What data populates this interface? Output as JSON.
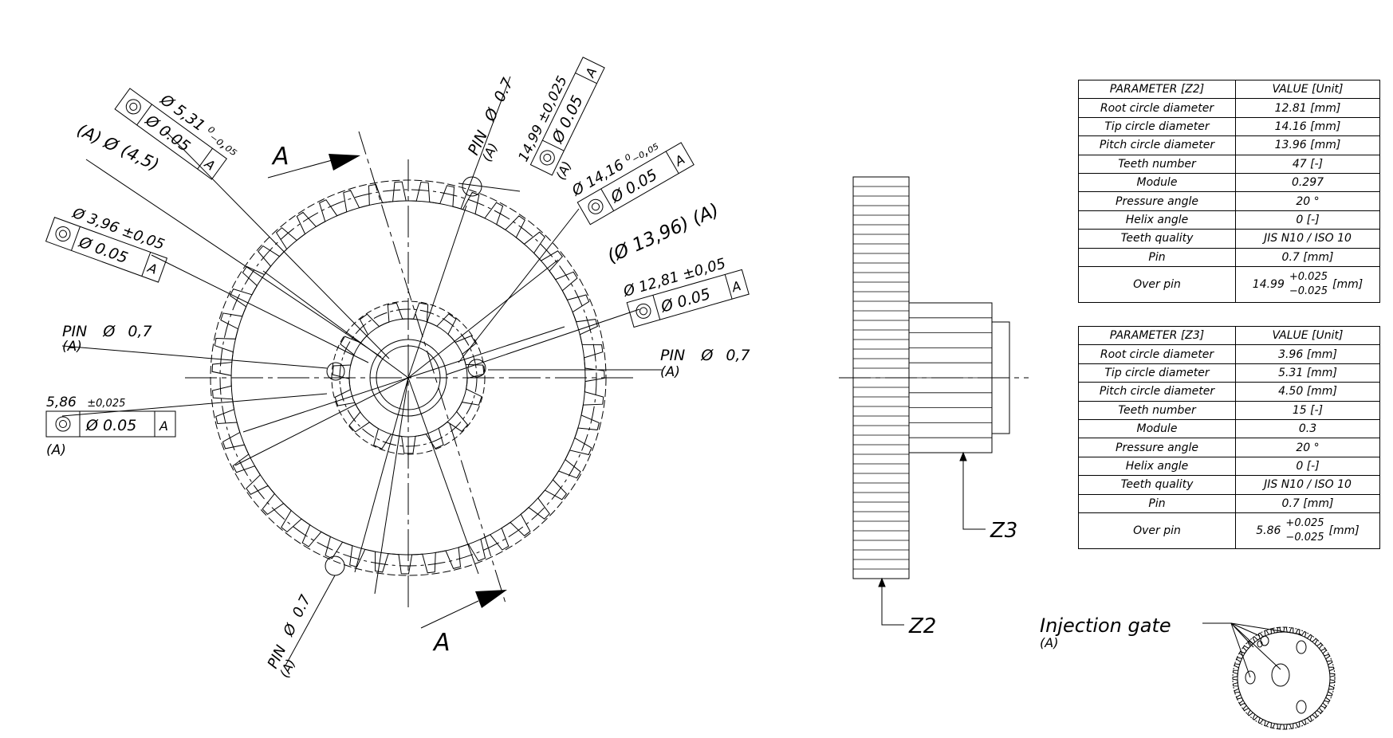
{
  "drawing": {
    "section_mark": "A",
    "labels": {
      "pin": "PIN",
      "phi": "Ø",
      "datum_ref": "(A)",
      "datum_letter": "A",
      "pin_dia": "0.7",
      "pin_dia_comma": "0,7"
    },
    "callouts": {
      "tip_z3": "Ø 5,31 ⁰₋₀,₀₅",
      "ref_45": "(A) Ø (4,5)",
      "root_z3": "Ø 3,96 ±0,05",
      "over_pin_z2": "14,99 ±0,025",
      "tip_z2": "Ø 14,16 ⁰₋₀,₀₅",
      "pitch_z2": "(Ø 13,96) (A)",
      "root_z2": "Ø 12,81 ±0,05",
      "over_pin_z3_value": "5,86",
      "over_pin_z3_tol": "±0,025"
    },
    "fcf_tolerance": "Ø 0.05",
    "part_labels": {
      "z2": "Z2",
      "z3": "Z3"
    },
    "injection_gate": {
      "title": "Injection gate",
      "ref": "(A)"
    }
  },
  "tables": {
    "z2": {
      "header": [
        "PARAMETER [Z2]",
        "VALUE [Unit]"
      ],
      "rows": [
        [
          "Root circle diameter",
          "12.81 [mm]"
        ],
        [
          "Tip circle diameter",
          "14.16 [mm]"
        ],
        [
          "Pitch circle diameter",
          "13.96 [mm]"
        ],
        [
          "Teeth number",
          "47 [-]"
        ],
        [
          "Module",
          "0.297"
        ],
        [
          "Pressure angle",
          "20 °"
        ],
        [
          "Helix angle",
          "0 [-]"
        ],
        [
          "Teeth quality",
          "JIS N10 / ISO 10"
        ],
        [
          "Pin",
          "0.7 [mm]"
        ]
      ],
      "over_pin": {
        "label": "Over pin",
        "value": "14.99",
        "upper": "+0.025",
        "lower": "−0.025",
        "unit": "[mm]"
      }
    },
    "z3": {
      "header": [
        "PARAMETER [Z3]",
        "VALUE [Unit]"
      ],
      "rows": [
        [
          "Root circle diameter",
          "3.96 [mm]"
        ],
        [
          "Tip circle diameter",
          "5.31 [mm]"
        ],
        [
          "Pitch circle diameter",
          "4.50 [mm]"
        ],
        [
          "Teeth number",
          "15 [-]"
        ],
        [
          "Module",
          "0.3"
        ],
        [
          "Pressure angle",
          "20 °"
        ],
        [
          "Helix angle",
          "0 [-]"
        ],
        [
          "Teeth quality",
          "JIS N10 / ISO 10"
        ],
        [
          "Pin",
          "0.7 [mm]"
        ]
      ],
      "over_pin": {
        "label": "Over pin",
        "value": "5.86",
        "upper": "+0.025",
        "lower": "−0.025",
        "unit": "[mm]"
      }
    }
  }
}
